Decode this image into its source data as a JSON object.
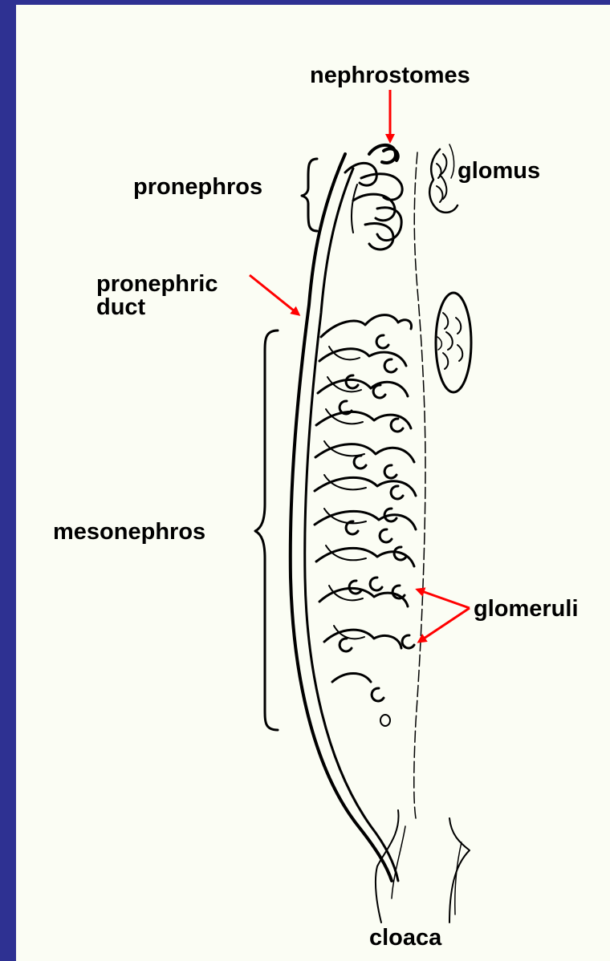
{
  "diagram": {
    "labels": {
      "nephrostomes": "nephrostomes",
      "glomus": "glomus",
      "pronephros": "pronephros",
      "pronephric_line1": "pronephric",
      "pronephric_line2": "duct",
      "mesonephros": "mesonephros",
      "glomeruli": "glomeruli",
      "cloaca": "cloaca"
    },
    "colors": {
      "frame": "#2e3192",
      "panel": "#fbfdf4",
      "arrow": "#ff0000",
      "ink": "#000000"
    }
  }
}
